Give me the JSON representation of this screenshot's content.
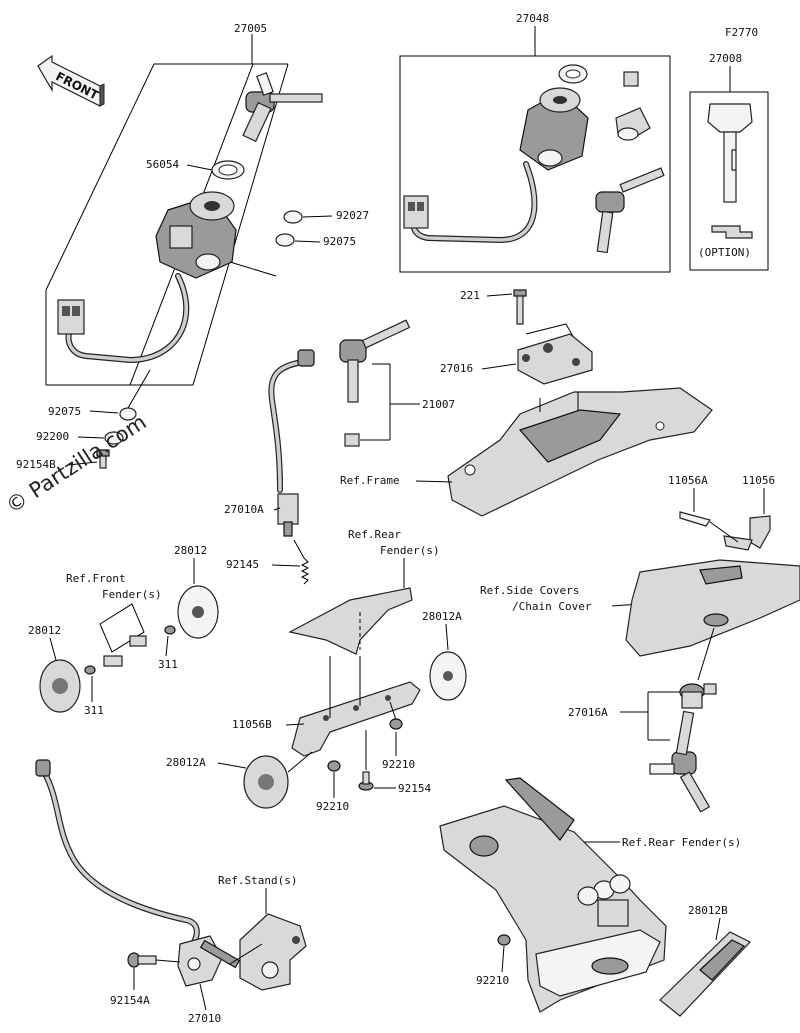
{
  "figure_code": "F2770",
  "front_arrow_label": "FRONT",
  "watermark": "© Partzilla.com",
  "option_label": "(OPTION)",
  "part_labels": {
    "p27005": "27005",
    "p27048": "27048",
    "p27008": "27008",
    "p56054": "56054",
    "p92027": "92027",
    "p92075_top": "92075",
    "p92075_bottom": "92075",
    "p92200": "92200",
    "p92154B": "92154B",
    "p221": "221",
    "p27016": "27016",
    "p21007": "21007",
    "p27010A": "27010A",
    "p92145": "92145",
    "p28012_top": "28012",
    "p28012_left": "28012",
    "p311_a": "311",
    "p311_b": "311",
    "p28012A_right": "28012A",
    "p11056B": "11056B",
    "p28012A_left": "28012A",
    "p92210_a": "92210",
    "p92210_b": "92210",
    "p92154": "92154",
    "p11056A": "11056A",
    "p11056": "11056",
    "p27016A": "27016A",
    "p92210_c": "92210",
    "p28012B": "28012B",
    "p92154A": "92154A",
    "p27010": "27010"
  },
  "ref_labels": {
    "frame": "Ref.Frame",
    "rear_fender_top_1": "Ref.Rear",
    "rear_fender_top_2": "Fender(s)",
    "front_fender_1": "Ref.Front",
    "front_fender_2": "Fender(s)",
    "side_covers_1": "Ref.Side Covers",
    "side_covers_2": "/Chain Cover",
    "rear_fender_bottom": "Ref.Rear Fender(s)",
    "stand": "Ref.Stand(s)"
  },
  "colors": {
    "line": "#000000",
    "part_fill": "#d9d9d9",
    "part_dark": "#9a9a9a"
  }
}
